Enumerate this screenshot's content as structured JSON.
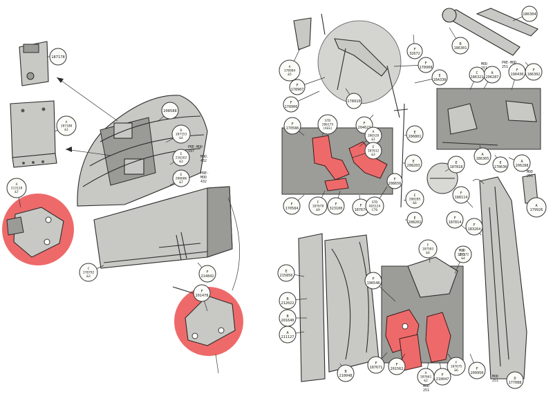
{
  "colors": {
    "highlight": "#ee6a6a",
    "panel": "#9c9c98",
    "ink": "#2b2b2b"
  },
  "callouts": [
    {
      "id": "c1",
      "lines": [
        "187178"
      ]
    },
    {
      "id": "c2",
      "lines": [
        "A",
        "187180",
        "&1"
      ]
    },
    {
      "id": "c3",
      "lines": [
        "208588"
      ]
    },
    {
      "id": "c4",
      "lines": [
        "D",
        "187153",
        "&4"
      ]
    },
    {
      "id": "c5",
      "lines": [
        "E",
        "216162",
        "&3"
      ]
    },
    {
      "id": "c6",
      "lines": [
        "E",
        "208606",
        "&7"
      ]
    },
    {
      "id": "c7",
      "lines": [
        "A",
        "213128",
        "&7"
      ]
    },
    {
      "id": "c8",
      "lines": [
        "C",
        "178792",
        "&3"
      ]
    },
    {
      "id": "c9",
      "lines": [
        "F",
        "214842"
      ]
    },
    {
      "id": "c10",
      "lines": [
        "F",
        "201478"
      ]
    },
    {
      "id": "c11",
      "lines": [
        "A",
        "178904",
        "&5"
      ]
    },
    {
      "id": "c12",
      "lines": [
        "F",
        "178906"
      ]
    },
    {
      "id": "c13",
      "lines": [
        "F",
        "178907"
      ]
    },
    {
      "id": "c14",
      "lines": [
        "178910"
      ]
    },
    {
      "id": "c15",
      "lines": [
        "F",
        "178908"
      ]
    },
    {
      "id": "c16",
      "lines": [
        "F",
        "32672"
      ]
    },
    {
      "id": "c17",
      "lines": [
        "B",
        "186301"
      ]
    },
    {
      "id": "c18",
      "lines": [
        "186304"
      ]
    },
    {
      "id": "c19",
      "lines": [
        "F",
        "186302"
      ]
    },
    {
      "id": "c20",
      "lines": [
        "A",
        "206287"
      ]
    },
    {
      "id": "c21",
      "lines": [
        "F",
        "190430"
      ]
    },
    {
      "id": "c22",
      "lines": [
        "C",
        "186321"
      ]
    },
    {
      "id": "c23",
      "lines": [
        "E",
        "184330"
      ]
    },
    {
      "id": "c24",
      "lines": [
        "F",
        "170586"
      ]
    },
    {
      "id": "c25",
      "lines": [
        "STD",
        "206175",
        "(AGS)"
      ]
    },
    {
      "id": "c26",
      "lines": [
        "F",
        "204627"
      ]
    },
    {
      "id": "c27",
      "lines": [
        "A",
        "186520",
        "&1"
      ]
    },
    {
      "id": "c28",
      "lines": [
        "E",
        "187612",
        "&3"
      ]
    },
    {
      "id": "c29",
      "lines": [
        "E",
        "206801"
      ]
    },
    {
      "id": "c30",
      "lines": [
        "F",
        "170584"
      ]
    },
    {
      "id": "c31",
      "lines": [
        "F",
        "187678",
        "&9"
      ]
    },
    {
      "id": "c32",
      "lines": [
        "F",
        "323100"
      ]
    },
    {
      "id": "c33",
      "lines": [
        "F",
        "187674"
      ]
    },
    {
      "id": "c34",
      "lines": [
        "STD",
        "AGS124",
        "C76"
      ]
    },
    {
      "id": "c35",
      "lines": [
        "E",
        "208203"
      ]
    },
    {
      "id": "c36",
      "lines": [
        "F",
        "208656"
      ]
    },
    {
      "id": "c37",
      "lines": [
        "E",
        "208205",
        "&6"
      ]
    },
    {
      "id": "c38",
      "lines": [
        "E",
        "208202"
      ]
    },
    {
      "id": "c39",
      "lines": [
        "E",
        "187818"
      ]
    },
    {
      "id": "c40",
      "lines": [
        "A",
        "186305"
      ]
    },
    {
      "id": "c41",
      "lines": [
        "E",
        "178630"
      ]
    },
    {
      "id": "c42",
      "lines": [
        "A",
        "206288"
      ]
    },
    {
      "id": "c43",
      "lines": [
        "F",
        "188114"
      ]
    },
    {
      "id": "c44",
      "lines": [
        "F",
        "187814"
      ]
    },
    {
      "id": "c45",
      "lines": [
        "F",
        "183264"
      ]
    },
    {
      "id": "c46",
      "lines": [
        "A",
        "179926"
      ]
    },
    {
      "id": "c47",
      "lines": [
        "F",
        "187583",
        "&4"
      ]
    },
    {
      "id": "c48",
      "lines": [
        "F",
        "187572",
        "&4"
      ]
    },
    {
      "id": "c49",
      "lines": [
        "E",
        "215856"
      ]
    },
    {
      "id": "c50",
      "lines": [
        "B",
        "212022"
      ]
    },
    {
      "id": "c51",
      "lines": [
        "B",
        "201640"
      ]
    },
    {
      "id": "c52",
      "lines": [
        "A",
        "211127"
      ]
    },
    {
      "id": "c53",
      "lines": [
        "F",
        "196548"
      ]
    },
    {
      "id": "c54",
      "lines": [
        "F",
        "187671"
      ]
    },
    {
      "id": "c55",
      "lines": [
        "F",
        "201562"
      ]
    },
    {
      "id": "c56",
      "lines": [
        "A",
        "187661",
        "&2"
      ]
    },
    {
      "id": "c57",
      "lines": [
        "F",
        "210047"
      ]
    },
    {
      "id": "c58",
      "lines": [
        "F",
        "187675",
        "&6"
      ]
    },
    {
      "id": "c59",
      "lines": [
        "F",
        "209950"
      ]
    },
    {
      "id": "c60",
      "lines": [
        "D",
        "177088"
      ]
    },
    {
      "id": "c61",
      "lines": [
        "B",
        "210048"
      ]
    }
  ],
  "notes": [
    {
      "id": "n1",
      "lines": [
        "MOD.",
        "432"
      ]
    },
    {
      "id": "n2",
      "lines": [
        "PRE-",
        "MOD",
        "432"
      ]
    },
    {
      "id": "n3",
      "lines": [
        "PRE-MOD",
        "197"
      ]
    },
    {
      "id": "n4",
      "lines": [
        "MOD",
        "251"
      ]
    },
    {
      "id": "n5",
      "lines": [
        "PRE-MOD",
        "251"
      ]
    },
    {
      "id": "n6",
      "lines": [
        "MOD",
        "251"
      ]
    },
    {
      "id": "n7",
      "lines": [
        "MOD",
        "251"
      ]
    },
    {
      "id": "n8",
      "lines": [
        "MOD",
        "251"
      ]
    },
    {
      "id": "n9",
      "lines": [
        "MOD",
        "251"
      ]
    }
  ]
}
